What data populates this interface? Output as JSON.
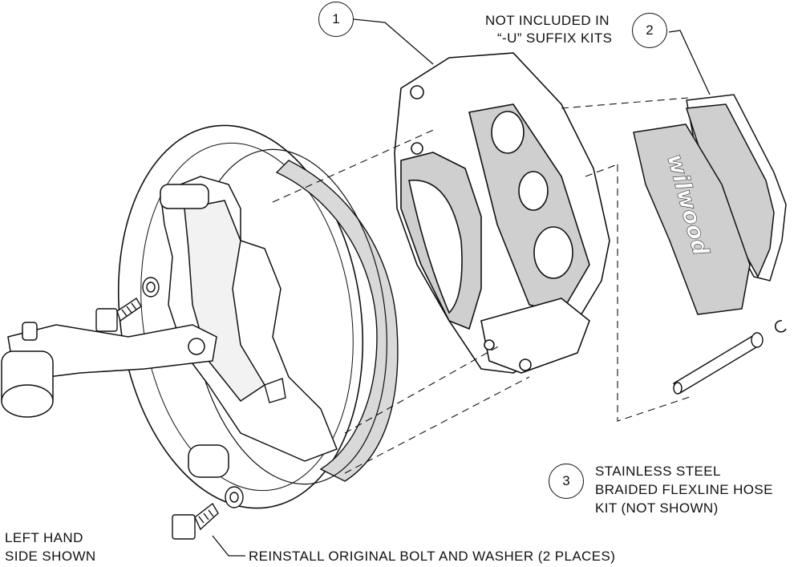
{
  "callouts": [
    {
      "number": "1"
    },
    {
      "number": "2",
      "note_line1": "NOT INCLUDED IN",
      "note_line2": "“-U” SUFFIX KITS"
    },
    {
      "number": "3",
      "line1": "STAINLESS STEEL",
      "line2": "BRAIDED FLEXLINE HOSE",
      "line3": "KIT (NOT SHOWN)"
    }
  ],
  "side_note": {
    "line1": "LEFT HAND",
    "line2": "SIDE SHOWN"
  },
  "bolt_note": "REINSTALL ORIGINAL BOLT AND WASHER (2 PLACES)",
  "pad_brand": "wilwood",
  "colors": {
    "line": "#111111",
    "shade": "#d9d9d9",
    "pad": "#cfcfcf",
    "pocket": "#bdbdbd"
  }
}
